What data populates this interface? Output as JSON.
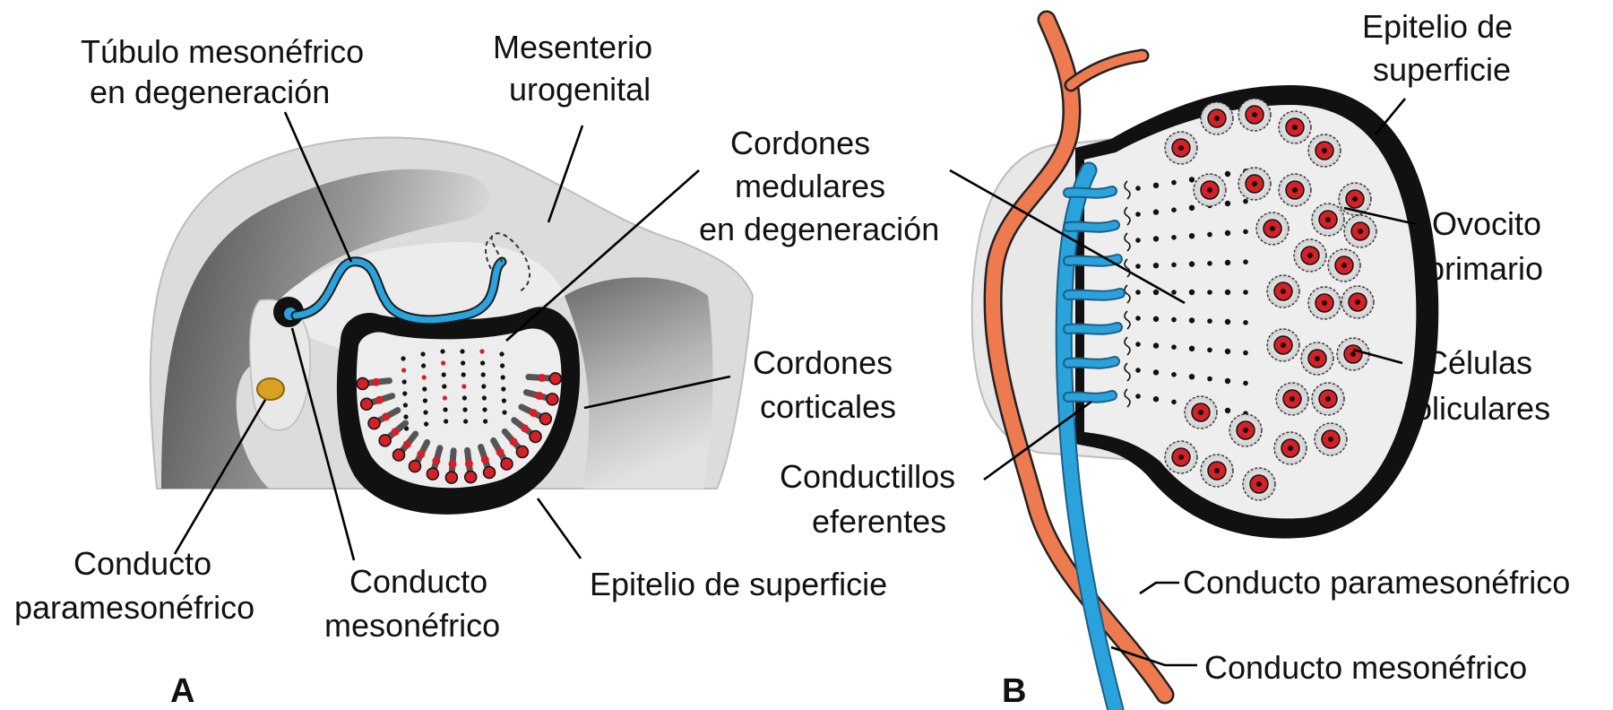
{
  "panel_a": {
    "letter": "A",
    "labels": {
      "tubulo_1": "Túbulo mesonéfrico",
      "tubulo_2": "en degeneración",
      "mesenterio_1": "Mesenterio",
      "mesenterio_2": "urogenital",
      "cordones_med_1": "Cordones",
      "cordones_med_2": "medulares",
      "cordones_med_3": "en degeneración",
      "cordones_cort_1": "Cordones",
      "cordones_cort_2": "corticales",
      "paramesonefrico_1": "Conducto",
      "paramesonefrico_2": "paramesonéfrico",
      "mesonefrico_1": "Conducto",
      "mesonefrico_2": "mesonéfrico",
      "epitelio": "Epitelio de superficie"
    }
  },
  "panel_b": {
    "letter": "B",
    "labels": {
      "epitelio_1": "Epitelio de",
      "epitelio_2": "superficie",
      "ovocito_1": "Ovocito",
      "ovocito_2": "primario",
      "celulas_1": "Células",
      "celulas_2": "foliculares",
      "conductillos_1": "Conductillos",
      "conductillos_2": "eferentes",
      "paramesonefrico": "Conducto paramesonéfrico",
      "mesonefrico": "Conducto mesonéfrico"
    }
  },
  "colors": {
    "mesonephric_blue": "#2aa3dc",
    "paramesonephric_orange": "#ee7a50",
    "oocyte_red": "#d42027",
    "epithelium_black": "#111111",
    "tissue_gray": "#e6e6e6",
    "yolk_ochre": "#d9a021"
  }
}
